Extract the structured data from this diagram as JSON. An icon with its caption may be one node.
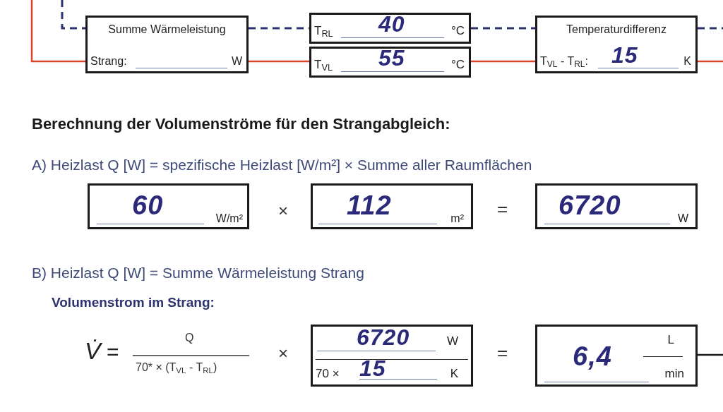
{
  "diagram": {
    "nodes": [
      {
        "text": [
          "Summe Wärmeleistung",
          "Strang:",
          "W"
        ]
      },
      {
        "text": [
          "T$_{RL}$",
          "40",
          "°C"
        ]
      },
      {
        "text": [
          "T$_{VL}$",
          "55",
          "°C"
        ]
      },
      {
        "text": [
          "Temperaturdifferenz",
          "T$_{VL}$ - T$_{RL}$:",
          "15",
          "K"
        ]
      },
      {
        "text": [
          "60",
          "W/m²"
        ]
      },
      {
        "text": [
          "112",
          "m²"
        ]
      },
      {
        "text": [
          "6720",
          "W"
        ]
      },
      {
        "text": [
          "6720",
          "W",
          "70 ×",
          "15",
          "K"
        ]
      },
      {
        "text": [
          "6,4",
          "L",
          "min"
        ]
      }
    ],
    "edges": [
      {
        "from": null,
        "to": 0,
        "arrow": "none",
        "style": "dashed",
        "color": "#2b3470"
      },
      {
        "from": 0,
        "to": 1,
        "arrow": "none",
        "style": "dashed",
        "color": "#2b3470"
      },
      {
        "from": 1,
        "to": 3,
        "arrow": "none",
        "style": "dashed",
        "color": "#2b3470"
      },
      {
        "from": 3,
        "to": null,
        "arrow": "none",
        "style": "dashed",
        "color": "#2b3470"
      },
      {
        "from": null,
        "to": 0,
        "arrow": "none",
        "color": "#d9462b"
      },
      {
        "from": 0,
        "to": 2,
        "arrow": "none",
        "color": "#d9462b"
      },
      {
        "from": 2,
        "to": 3,
        "arrow": "none",
        "color": "#d9462b"
      },
      {
        "from": 3,
        "to": null,
        "arrow": "none",
        "color": "#d9462b"
      },
      {
        "from": 8,
        "to": null,
        "arrow": "none",
        "color": "#1a1a1a"
      }
    ],
    "labels": [
      "Berechnung der Volumenströme für den Strangabgleich:",
      "A) Heizlast Q [W] = spezifische Heizlast [W/m²] × Summe aller Raumflächen",
      "×",
      "=",
      "B) Heizlast Q [W] = Summe Wärmeleistung Strang",
      "Volumenstrom im Strang:",
      "V̇",
      "=",
      "Q",
      "70* × (T$_{VL}$ - T$_{RL}$)",
      "×",
      "="
    ]
  }
}
